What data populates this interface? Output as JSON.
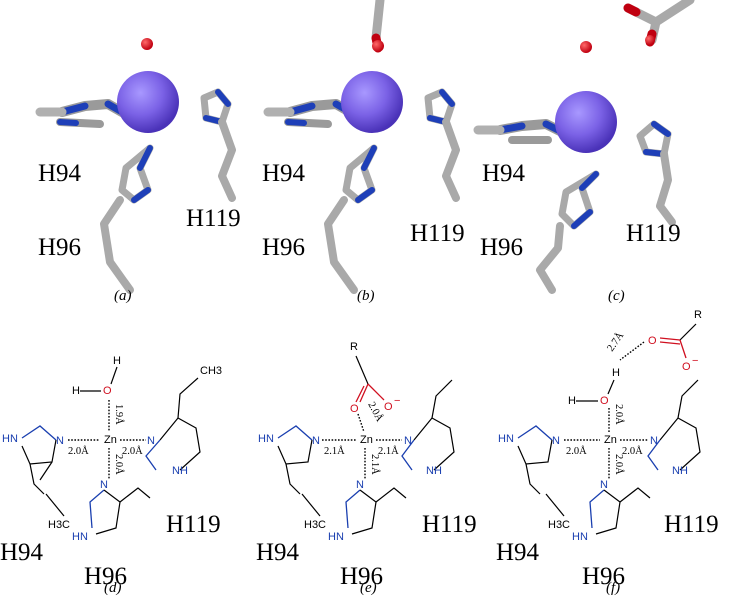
{
  "structure_panels": [
    {
      "id": "a",
      "caption": "(a)",
      "labels": {
        "h94": "H94",
        "h96": "H96",
        "h119": "H119"
      }
    },
    {
      "id": "b",
      "caption": "(b)",
      "labels": {
        "h94": "H94",
        "h96": "H96",
        "h119": "H119"
      }
    },
    {
      "id": "c",
      "caption": "(c)",
      "labels": {
        "h94": "H94",
        "h96": "H96",
        "h119": "H119"
      }
    }
  ],
  "schematic_panels": [
    {
      "id": "d",
      "caption": "(d)",
      "zn": "Zn",
      "ligand": "water",
      "atoms": {
        "h": "H",
        "o": "O",
        "nh_left": "HN",
        "nh_right": "NH",
        "nh_bottom": "HN",
        "n": "N",
        "ch3": "CH3",
        "h3c": "H3C"
      },
      "distances": {
        "ligand": "1.9Å",
        "left": "2.0Å",
        "right": "2.0Å",
        "bottom": "2.0Å"
      },
      "labels": {
        "h94": "H94",
        "h96": "H96",
        "h119": "H119"
      }
    },
    {
      "id": "e",
      "caption": "(e)",
      "zn": "Zn",
      "ligand": "carboxylate",
      "atoms": {
        "r": "R",
        "o": "O",
        "o_minus": "O",
        "nh_left": "HN",
        "nh_right": "NH",
        "nh_bottom": "HN",
        "n": "N",
        "h3c": "H3C"
      },
      "distances": {
        "ligand": "2.0Å",
        "left": "2.1Å",
        "right": "2.1Å",
        "bottom": "2.1Å"
      },
      "labels": {
        "h94": "H94",
        "h96": "H96",
        "h119": "H119"
      }
    },
    {
      "id": "f",
      "caption": "(f)",
      "zn": "Zn",
      "ligand": "water+carboxylate",
      "atoms": {
        "r": "R",
        "o": "O",
        "o_minus": "O",
        "h": "H",
        "o_water": "O",
        "nh_left": "HN",
        "nh_right": "NH",
        "nh_bottom": "HN",
        "n": "N",
        "h3c": "H3C"
      },
      "distances": {
        "outer": "2.7Å",
        "ligand": "2.0Å",
        "left": "2.0Å",
        "right": "2.0Å",
        "bottom": "2.0Å"
      },
      "labels": {
        "h94": "H94",
        "h96": "H96",
        "h119": "H119"
      }
    }
  ],
  "colors": {
    "zinc": "#7b62e6",
    "nitrogen": "#1a3fb0",
    "oxygen": "#d01020",
    "carbon": "#a9a9a9",
    "bond": "#000000"
  }
}
